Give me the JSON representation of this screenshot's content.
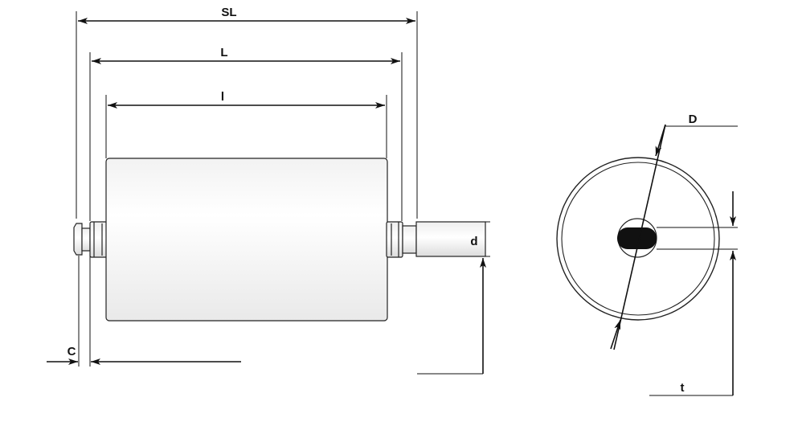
{
  "labels": {
    "sl": "SL",
    "l_upper": "L",
    "l_lower": "l",
    "d_small": "d",
    "c": "C",
    "d_large": "D",
    "t": "t"
  }
}
